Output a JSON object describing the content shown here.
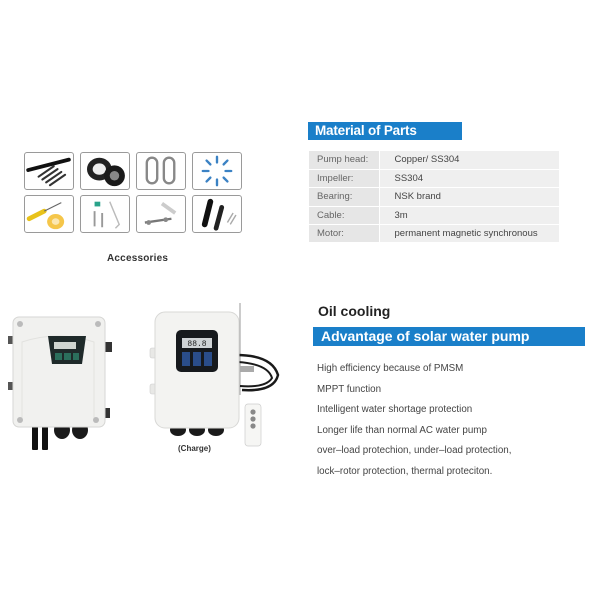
{
  "accessories": {
    "label": "Accessories",
    "items": [
      {
        "name": "heat-shrink-tubes"
      },
      {
        "name": "insulation-tape-rolls"
      },
      {
        "name": "carabiner-hooks"
      },
      {
        "name": "crimp-terminals"
      },
      {
        "name": "screwdriver-and-ptfe-tape"
      },
      {
        "name": "fuse-screws-and-hex-key"
      },
      {
        "name": "bracket-bolt"
      },
      {
        "name": "mc4-connectors"
      }
    ]
  },
  "material_of_parts": {
    "title": "Material of Parts",
    "rows": [
      {
        "label": "Pump head:",
        "value": "Copper/ SS304"
      },
      {
        "label": "Impeller:",
        "value": "SS304"
      },
      {
        "label": "Bearing:",
        "value": "NSK brand"
      },
      {
        "label": "Cable:",
        "value": "3m"
      },
      {
        "label": "Motor:",
        "value": "permanent magnetic synchronous"
      }
    ]
  },
  "controllers": {
    "charge_label": "(Charge)"
  },
  "features": {
    "oil_cooling": "Oil cooling",
    "advantage_title": "Advantage of solar water pump",
    "items": [
      "High efficiency  because of PMSM",
      "MPPT function",
      "Intelligent water shortage protection",
      "Longer life than normal AC water pump",
      "over–load protechion, under–load protection,",
      "lock–rotor protection, thermal proteciton."
    ]
  },
  "colors": {
    "header_blue": "#1a7fc9",
    "table_bg": "#efefef",
    "table_label_bg": "#e6e6e6"
  }
}
